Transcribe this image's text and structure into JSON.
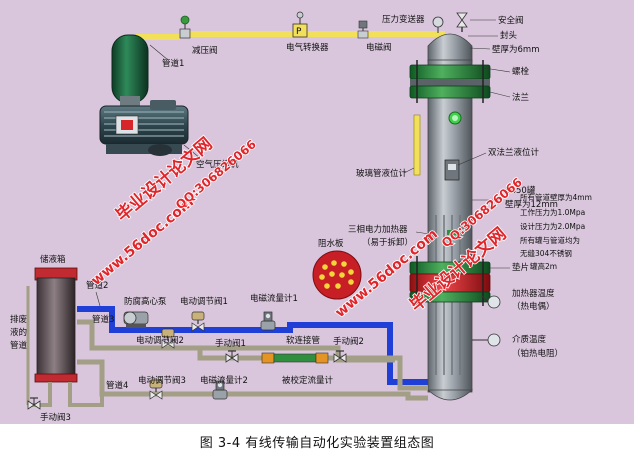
{
  "labels": {
    "pressure_transmitter": "压力变送器",
    "safety_valve": "安全阀",
    "head": "封头",
    "wall_thickness_head": "壁厚为6mm",
    "bolt": "螺栓",
    "flange": "法兰",
    "reducing_valve": "减压阀",
    "ep_converter": "电气转换器",
    "solenoid_valve": "电磁阀",
    "pipe1": "管道1",
    "compressor": "空气压缩机",
    "glass_level_gauge": "玻璃管液位计",
    "double_flange_level": "双法兰液位计",
    "tank_dia": "φ450罐",
    "wall_thickness_tank": "壁厚为12mm",
    "spec_1": "所有管道壁厚为4mm",
    "spec_2": "工作压力为1.0Mpa",
    "spec_3": "设计压力为2.0Mpa",
    "spec_4": "所有罐与管道均为",
    "spec_5": "无缝304不锈钢",
    "spec_6": "罐高2m",
    "heater_3ph": "三相电力加热器",
    "heater_note": "（易于拆卸）",
    "baffle": "阻水板",
    "gasket": "垫片",
    "heater_temp_1": "加热器温度",
    "heater_temp_2": "（热电偶）",
    "medium_temp_1": "介质温度",
    "medium_temp_2": "（铂热电阻）",
    "storage_tank": "储液箱",
    "drain_1": "排废",
    "drain_2": "液的",
    "drain_3": "管道",
    "pipe2": "管道2",
    "pipe3": "管道3",
    "pipe4": "管道4",
    "pump": "防腐高心泵",
    "elec_valve1": "电动调节阀1",
    "elec_flowmeter1": "电磁流量计1",
    "elec_valve2": "电动调节阀2",
    "manual_valve1": "手动阀1",
    "soft_pipe": "软连接管",
    "manual_valve2": "手动阀2",
    "calibrated_flowmeter": "被校定流量计",
    "elec_valve3": "电动调节阀3",
    "elec_flowmeter2": "电磁流量计2",
    "manual_valve3": "手动阀3"
  },
  "watermarks": {
    "site": "www.56doc.com",
    "qq": "QQ:306826066",
    "brand": "毕业设计论文网"
  },
  "caption": "图 3-4  有线传输自动化实验装置组态图",
  "colors": {
    "background": "#d9c6dc",
    "gas_pipe": "#f2e05a",
    "blue_pipe": "#1f3fd6",
    "gray_pipe": "#a39e86",
    "vessel": "#8c939a",
    "green_band": "#2f8f3f",
    "red_band": "#d7262b",
    "watermark": "#e0262b"
  }
}
